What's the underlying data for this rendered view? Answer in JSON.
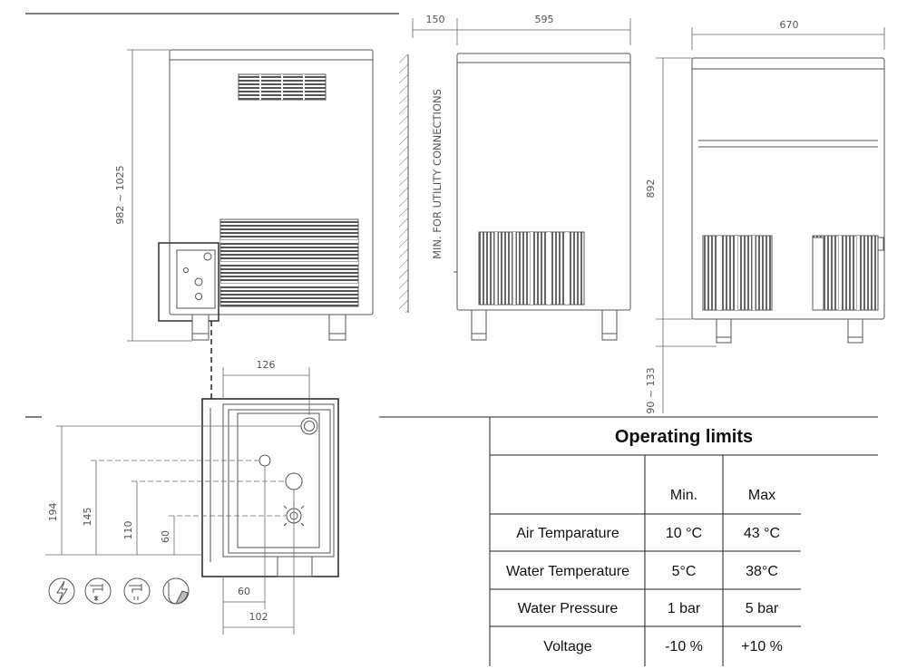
{
  "dimensions": {
    "height_range": "982 ~ 1025",
    "rear_clearance": "150",
    "depth": "595",
    "width": "670",
    "body_height": "892",
    "leg_height": "90 ~ 133",
    "detail_width": "126",
    "h_194": "194",
    "h_145": "145",
    "h_110": "110",
    "h_60": "60",
    "w_60": "60",
    "w_102": "102"
  },
  "wall_note": "MIN. FOR UTILITY CONNECTIONS",
  "connection_icons": [
    "lightning-bolt-icon",
    "water-inlet-icon",
    "water-drain-icon",
    "vent-icon"
  ],
  "operating_limits": {
    "title": "Operating limits",
    "columns": [
      "",
      "Min.",
      "Max"
    ],
    "rows": [
      [
        "Air Temparature",
        "10 °C",
        "43 °C"
      ],
      [
        "Water Temperature",
        "5°C",
        "38°C"
      ],
      [
        "Water Pressure",
        "1 bar",
        "5 bar"
      ],
      [
        "Voltage",
        "-10 %",
        "+10 %"
      ]
    ]
  },
  "colors": {
    "line": "#555555",
    "light": "#888888",
    "table": "#222222"
  }
}
